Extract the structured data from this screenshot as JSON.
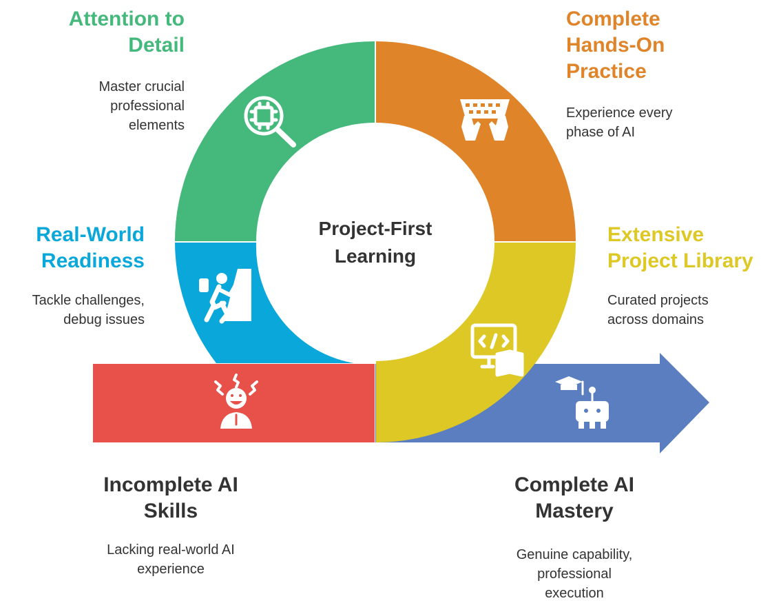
{
  "colors": {
    "green": "#45B97C",
    "orange": "#E0842A",
    "blue": "#0AA7DB",
    "yellow": "#DDC826",
    "red": "#E8504A",
    "arrow": "#5A7EC0",
    "text_dark": "#333333"
  },
  "center": {
    "line1": "Project-First",
    "line2": "Learning"
  },
  "segments": {
    "attention": {
      "title_lines": [
        "Attention to",
        "Detail"
      ],
      "desc_lines": [
        "Master crucial",
        "professional",
        "elements"
      ],
      "icon": "chip-magnifier-icon"
    },
    "practice": {
      "title_lines": [
        "Complete",
        "Hands-On",
        "Practice"
      ],
      "desc_lines": [
        "Experience every",
        "phase of AI"
      ],
      "icon": "keyboard-hands-icon"
    },
    "readiness": {
      "title_lines": [
        "Real-World",
        "Readiness"
      ],
      "desc_lines": [
        "Tackle challenges,",
        "debug issues"
      ],
      "icon": "climber-icon"
    },
    "library": {
      "title_lines": [
        "Extensive",
        "Project Library"
      ],
      "desc_lines": [
        "Curated projects",
        "across domains"
      ],
      "icon": "code-book-icon"
    }
  },
  "start": {
    "title_lines": [
      "Incomplete AI",
      "Skills"
    ],
    "desc_lines": [
      "Lacking real-world AI",
      "experience"
    ],
    "icon": "frustrated-person-icon"
  },
  "end": {
    "title_lines": [
      "Complete AI",
      "Mastery"
    ],
    "desc_lines": [
      "Genuine capability,",
      "professional",
      "execution"
    ],
    "icon": "graduate-robot-icon"
  }
}
